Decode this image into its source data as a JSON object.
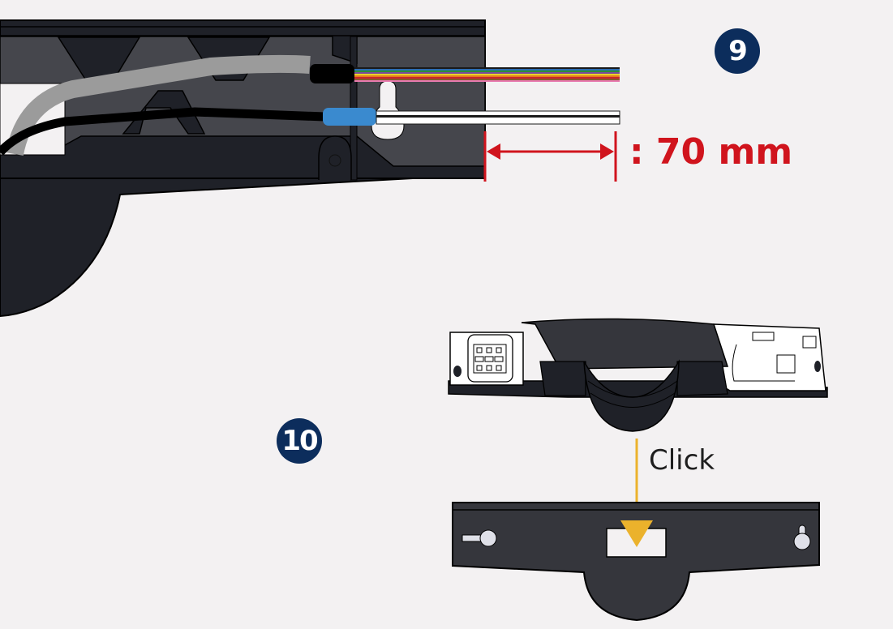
{
  "steps": [
    {
      "number": "9",
      "measurement_label": ": 70 mm",
      "measurement_mm": 70
    },
    {
      "number": "10",
      "action_label": "Click"
    }
  ],
  "colors": {
    "background": "#f3f1f2",
    "device_dark": "#1f2128",
    "device_mid": "#45464c",
    "badge": "#0c2d5c",
    "dimension_red": "#d0141d",
    "arrow_yellow": "#ebb22c",
    "sleeve_blue": "#3a8acf",
    "cable_grey": "#9b9b9b"
  }
}
